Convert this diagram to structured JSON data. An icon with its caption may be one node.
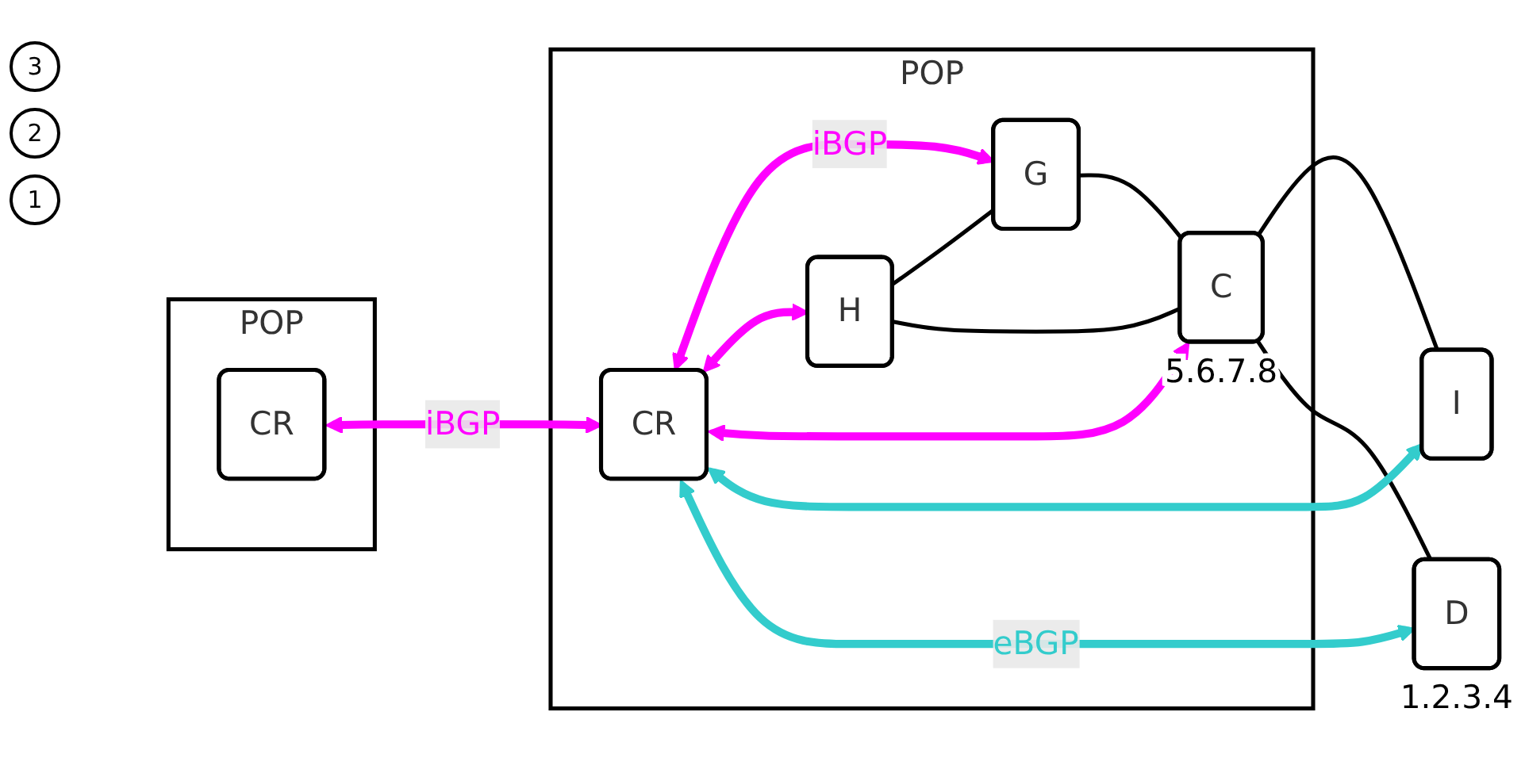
{
  "diagram": {
    "nodes": [
      {
        "text": [
          "POP"
        ]
      },
      {
        "text": [
          "CR"
        ],
        "in": 0
      },
      {
        "text": [
          "POP"
        ]
      },
      {
        "text": [
          "CR"
        ],
        "in": 2
      },
      {
        "text": [
          "H"
        ],
        "in": 2
      },
      {
        "text": [
          "G"
        ],
        "in": 2
      },
      {
        "text": [
          "C"
        ],
        "in": 2,
        "beside": [
          "5.6.7.8"
        ]
      },
      {
        "text": [
          "I"
        ]
      },
      {
        "text": [
          "D"
        ],
        "beside": [
          "1.2.3.4"
        ]
      }
    ],
    "edges": [
      {
        "from": 1,
        "to": 3,
        "arrow": "both",
        "label": "iBGP",
        "color": "#ff00ff"
      },
      {
        "from": 3,
        "to": 5,
        "arrow": "both",
        "label": "iBGP",
        "color": "#ff00ff"
      },
      {
        "from": 3,
        "to": 4,
        "arrow": "both",
        "color": "#ff00ff"
      },
      {
        "from": 3,
        "to": 6,
        "arrow": "both",
        "color": "#ff00ff"
      },
      {
        "from": 4,
        "to": 5,
        "arrow": "none"
      },
      {
        "from": 4,
        "to": 6,
        "arrow": "none"
      },
      {
        "from": 5,
        "to": 6,
        "arrow": "none"
      },
      {
        "from": 6,
        "to": 7,
        "arrow": "none"
      },
      {
        "from": 6,
        "to": 8,
        "arrow": "none"
      },
      {
        "from": 3,
        "to": 7,
        "arrow": "both",
        "color": "#33cccc"
      },
      {
        "from": 3,
        "to": 8,
        "arrow": "both",
        "label": "eBGP",
        "color": "#33cccc"
      }
    ],
    "labels": [
      "3",
      "2",
      "1"
    ]
  }
}
